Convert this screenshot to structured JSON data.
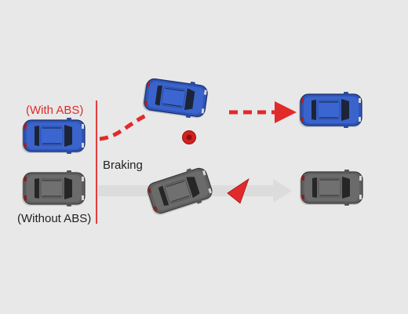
{
  "labels": {
    "with_abs": "(With ABS)",
    "braking": "Braking",
    "without_abs": "(Without ABS)"
  },
  "colors": {
    "background": "#e8e8e8",
    "accent_red": "#e12a2a",
    "abs_car_blue": "#2f55b8",
    "non_abs_car_gray": "#5f5f5f",
    "label_dark": "#222222",
    "ghost_arrow": "#d9d9d9"
  },
  "icons": {
    "obstacle": "red-circle-obstacle",
    "warning": "red-triangle-skid-marker"
  }
}
